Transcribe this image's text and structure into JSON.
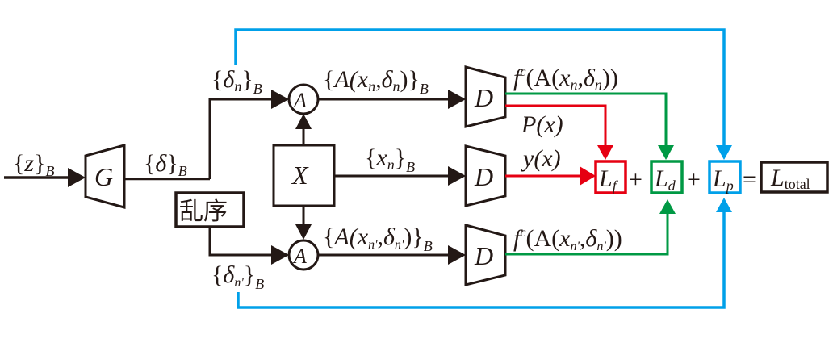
{
  "colors": {
    "black": "#231815",
    "red": "#e60012",
    "green": "#009944",
    "blue": "#00a0e9"
  },
  "nodes": {
    "generator": "G",
    "shuffle": "乱序",
    "input_x": "X",
    "augment_top": "A",
    "augment_bottom": "A",
    "disc_top": "D",
    "disc_mid": "D",
    "disc_bottom": "D",
    "loss_f": {
      "main": "L",
      "sub": "f"
    },
    "loss_d": {
      "main": "L",
      "sub": "d"
    },
    "loss_p": {
      "main": "L",
      "sub": "p"
    },
    "loss_total": {
      "main": "L",
      "sub": "total"
    }
  },
  "operators": {
    "plus1": "+",
    "plus2": "+",
    "equals": "="
  },
  "labels": {
    "z_input": {
      "open": "{",
      "var": "z",
      "close": "}",
      "sub": "B"
    },
    "delta": {
      "open": "{",
      "var": "δ",
      "close": "}",
      "sub": "B"
    },
    "delta_n": {
      "open": "{",
      "var": "δ",
      "vsub": "n",
      "close": "}",
      "sub": "B"
    },
    "delta_n_prime": {
      "open": "{",
      "var": "δ",
      "vsub": "n'",
      "close": "}",
      "sub": "B"
    },
    "aug_top": {
      "open": "{",
      "text_a": "A(",
      "x": "x",
      "xsub": "n",
      "comma": ",",
      "d": "δ",
      "dsub": "n",
      "text_b": ")",
      "close": "}",
      "sub": "B"
    },
    "aug_bottom": {
      "open": "{",
      "text_a": "A(",
      "x": "x",
      "xsub": "n'",
      "comma": ",",
      "d": "δ",
      "dsub": "n'",
      "text_b": ")",
      "close": "}",
      "sub": "B"
    },
    "x_n": {
      "open": "{",
      "var": "x",
      "vsub": "n",
      "close": "}",
      "sub": "B"
    },
    "f_top": {
      "f": "f",
      "sup": "c",
      "text_a": "(A(",
      "x": "x",
      "xsub": "n",
      "comma": ",",
      "d": "δ",
      "dsub": "n",
      "text_b": "))"
    },
    "f_bottom": {
      "f": "f",
      "sup": "c",
      "text_a": "(A(",
      "x": "x",
      "xsub": "n'",
      "comma": ",",
      "d": "δ",
      "dsub": "n'",
      "text_b": "))"
    },
    "p_x": "P(x)",
    "y_x": "y(x)"
  }
}
